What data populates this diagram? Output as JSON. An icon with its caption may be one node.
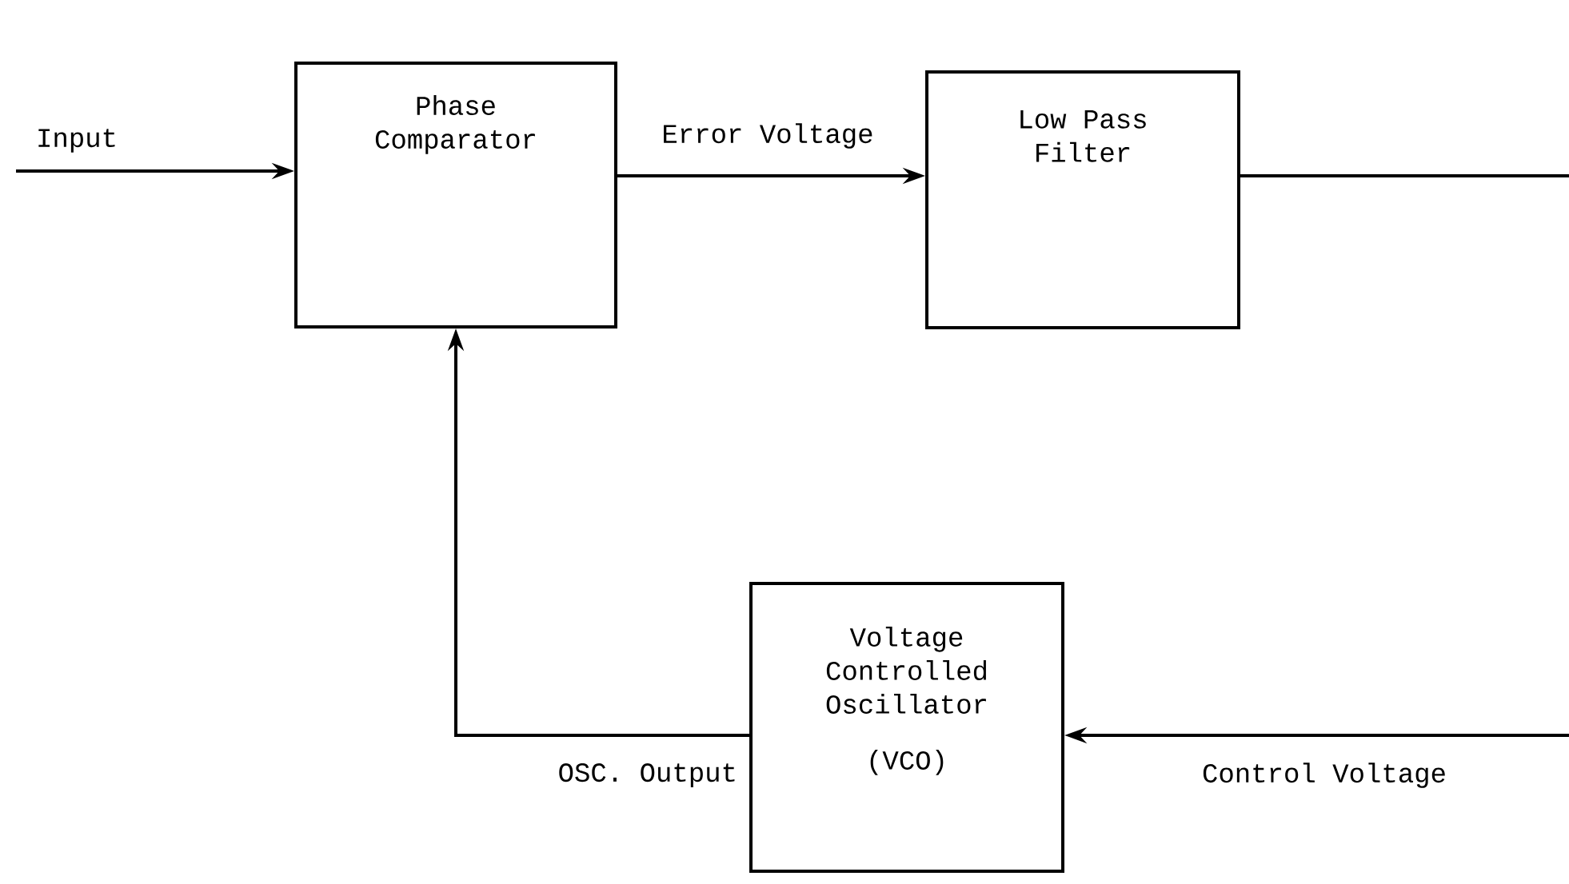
{
  "diagram": {
    "nodes": [
      {
        "text": [
          "Phase Comparator"
        ]
      },
      {
        "text": [
          "Low Pass Filter"
        ]
      },
      {
        "text": [
          "Voltage Controlled Oscillator",
          "(VCO)"
        ]
      }
    ],
    "edges": [
      {
        "from": null,
        "to": 0,
        "arrow": "to",
        "label": "Input"
      },
      {
        "from": 0,
        "to": 1,
        "arrow": "to",
        "label": "Error Voltage"
      },
      {
        "from": 1,
        "to": null,
        "arrow": "none"
      },
      {
        "from": null,
        "to": 2,
        "arrow": "to",
        "label": "Control Voltage"
      },
      {
        "from": 2,
        "to": 0,
        "arrow": "to",
        "label": "OSC. Output"
      }
    ]
  }
}
